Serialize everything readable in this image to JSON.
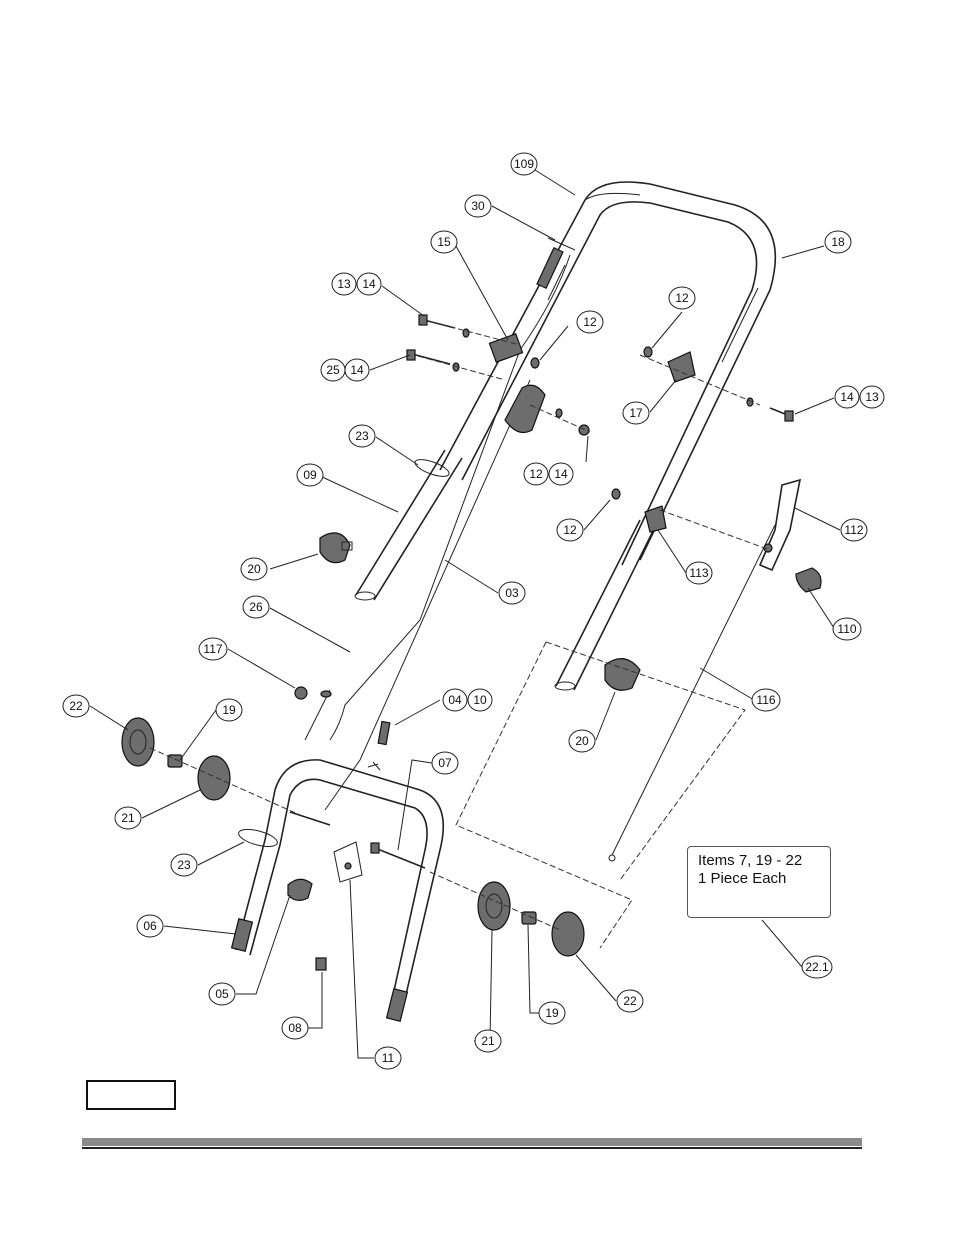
{
  "note": {
    "line1": "Items 7, 19 - 22",
    "line2": "1 Piece Each"
  },
  "callouts": [
    {
      "id": "109",
      "nums": [
        "109"
      ]
    },
    {
      "id": "30",
      "nums": [
        "30"
      ]
    },
    {
      "id": "18",
      "nums": [
        "18"
      ]
    },
    {
      "id": "15",
      "nums": [
        "15"
      ]
    },
    {
      "id": "13-14-top",
      "nums": [
        "13",
        "14"
      ]
    },
    {
      "id": "12-top-right",
      "nums": [
        "12"
      ]
    },
    {
      "id": "12-center",
      "nums": [
        "12"
      ]
    },
    {
      "id": "25-14",
      "nums": [
        "25",
        "14"
      ]
    },
    {
      "id": "14-13-right",
      "nums": [
        "14",
        "13"
      ]
    },
    {
      "id": "17",
      "nums": [
        "17"
      ]
    },
    {
      "id": "23-top",
      "nums": [
        "23"
      ]
    },
    {
      "id": "12-14",
      "nums": [
        "12",
        "14"
      ]
    },
    {
      "id": "09",
      "nums": [
        "09"
      ]
    },
    {
      "id": "12-mid-right",
      "nums": [
        "12"
      ]
    },
    {
      "id": "112",
      "nums": [
        "112"
      ]
    },
    {
      "id": "20-left",
      "nums": [
        "20"
      ]
    },
    {
      "id": "113",
      "nums": [
        "113"
      ]
    },
    {
      "id": "03",
      "nums": [
        "03"
      ]
    },
    {
      "id": "26",
      "nums": [
        "26"
      ]
    },
    {
      "id": "110",
      "nums": [
        "110"
      ]
    },
    {
      "id": "117",
      "nums": [
        "117"
      ]
    },
    {
      "id": "116",
      "nums": [
        "116"
      ]
    },
    {
      "id": "22-left",
      "nums": [
        "22"
      ]
    },
    {
      "id": "19-left",
      "nums": [
        "19"
      ]
    },
    {
      "id": "04-10",
      "nums": [
        "04",
        "10"
      ]
    },
    {
      "id": "20-right",
      "nums": [
        "20"
      ]
    },
    {
      "id": "07",
      "nums": [
        "07"
      ]
    },
    {
      "id": "21-left",
      "nums": [
        "21"
      ]
    },
    {
      "id": "23-bottom",
      "nums": [
        "23"
      ]
    },
    {
      "id": "06",
      "nums": [
        "06"
      ]
    },
    {
      "id": "05",
      "nums": [
        "05"
      ]
    },
    {
      "id": "22.1",
      "nums": [
        "22.1"
      ]
    },
    {
      "id": "22-right",
      "nums": [
        "22"
      ]
    },
    {
      "id": "19-right",
      "nums": [
        "19"
      ]
    },
    {
      "id": "08",
      "nums": [
        "08"
      ]
    },
    {
      "id": "21-right",
      "nums": [
        "21"
      ]
    },
    {
      "id": "11",
      "nums": [
        "11"
      ]
    }
  ]
}
